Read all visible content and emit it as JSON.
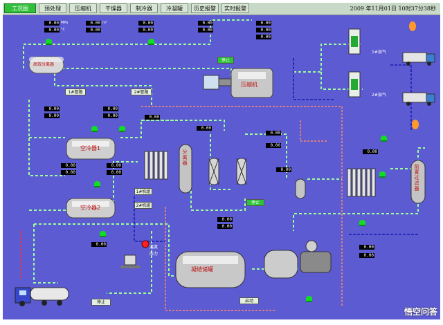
{
  "menu": {
    "tabs": [
      "工况图",
      "预处理",
      "压缩机",
      "干燥器",
      "制冷器",
      "冷凝罐",
      "历史报警",
      "实时报警"
    ],
    "active_tab": 0
  },
  "clock": "2009 年11月01日 10时37分38秒",
  "equipment": {
    "separator": "高效分离器",
    "compressor": "压缩机",
    "air_cooler_1": "空冷器1",
    "air_cooler_2": "空冷器2",
    "condensate_tank": "凝结储罐",
    "vessel_left": "分离器",
    "vessel_right": "前置过滤器",
    "gas_1": "1#加气",
    "gas_2": "2#加气"
  },
  "labels": {
    "pipe_1": "1#管路",
    "pipe_2": "2#管路",
    "unit_1": "1#机组",
    "unit_2": "2#机组",
    "stop_1": "停止",
    "stop_2": "停止",
    "stop_3": "停止",
    "start": "启动",
    "temp": "温度",
    "pressure": "压力"
  },
  "readouts": {
    "r1": "0.00",
    "r2": "0.00",
    "r3": "0.00",
    "r4": "0.00",
    "r5": "0.00",
    "r6": "0.00",
    "r7": "0.00",
    "r8": "0.00",
    "r9": "0.00",
    "r10": "0.00",
    "r11": "0.00",
    "r12": "0.00",
    "r13": "0.00",
    "r14": "0.00",
    "r15": "0.00",
    "r16": "0.00",
    "r17": "0.00",
    "r18": "0.00",
    "r19": "0.00",
    "r20": "0.00",
    "r21": "0.00",
    "r22": "0.00",
    "r23": "0.00",
    "r24": "0.00",
    "r25": "0.00",
    "r26": "0.00",
    "r27": "0.00",
    "r28": "0.00",
    "r29": "0.00",
    "r30": "0.00"
  },
  "units": {
    "pressure": "MPa",
    "temperature": "°C",
    "flow": "m³"
  },
  "colors": {
    "background": "#5d5bd2",
    "pipe_gas": "#9cff9c",
    "pipe_hot": "#ff8a6a",
    "pipe_water": "#3030d0",
    "alarm_ok": "#11dd22",
    "alarm_fault": "#ff2020"
  },
  "watermark": "悟空问答"
}
